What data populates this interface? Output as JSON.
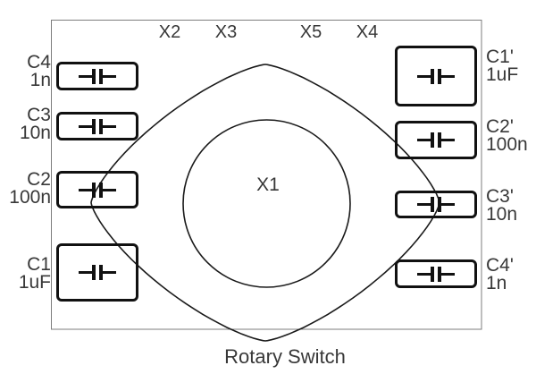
{
  "figure": {
    "caption": "Rotary Switch",
    "center_connector": "X1",
    "top_connectors": [
      "X2",
      "X3",
      "X5",
      "X4"
    ],
    "left_capacitors": [
      {
        "name": "C4",
        "value": "1n"
      },
      {
        "name": "C3",
        "value": "10n"
      },
      {
        "name": "C2",
        "value": "100n"
      },
      {
        "name": "C1",
        "value": "1uF"
      }
    ],
    "right_capacitors": [
      {
        "name": "C1'",
        "value": "1uF"
      },
      {
        "name": "C2'",
        "value": "100n"
      },
      {
        "name": "C3'",
        "value": "10n"
      },
      {
        "name": "C4'",
        "value": "1n"
      }
    ],
    "colors": {
      "board_outline": "#7d7d7d",
      "component_lines": "#111111",
      "text": "#383838",
      "background": "#ffffff"
    }
  }
}
